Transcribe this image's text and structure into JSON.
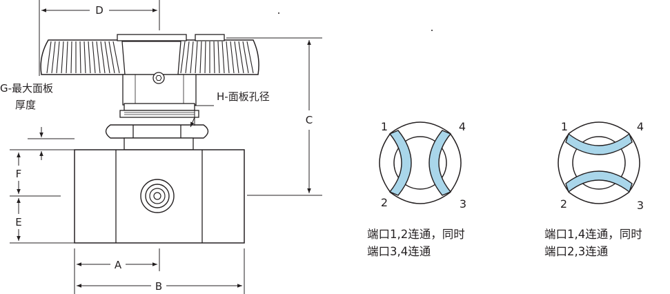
{
  "dimensions": {
    "a": "A",
    "b": "B",
    "c": "C",
    "d": "D",
    "e": "E",
    "f": "F"
  },
  "callouts": {
    "g_line1": "G-最大面板",
    "g_line2": "厚度",
    "h": "H-面板孔径"
  },
  "port_diagrams": [
    {
      "ports": [
        "1",
        "2",
        "3",
        "4"
      ],
      "caption_line1": "端口1,2连通，同时",
      "caption_line2": "端口3,4连通"
    },
    {
      "ports": [
        "1",
        "2",
        "3",
        "4"
      ],
      "caption_line1": "端口1,4连通，同时",
      "caption_line2": "端口2,3连通"
    }
  ],
  "colors": {
    "line": "#231f20",
    "body_fill": "#ffffff",
    "flow_channel": "#a9d6ea"
  }
}
